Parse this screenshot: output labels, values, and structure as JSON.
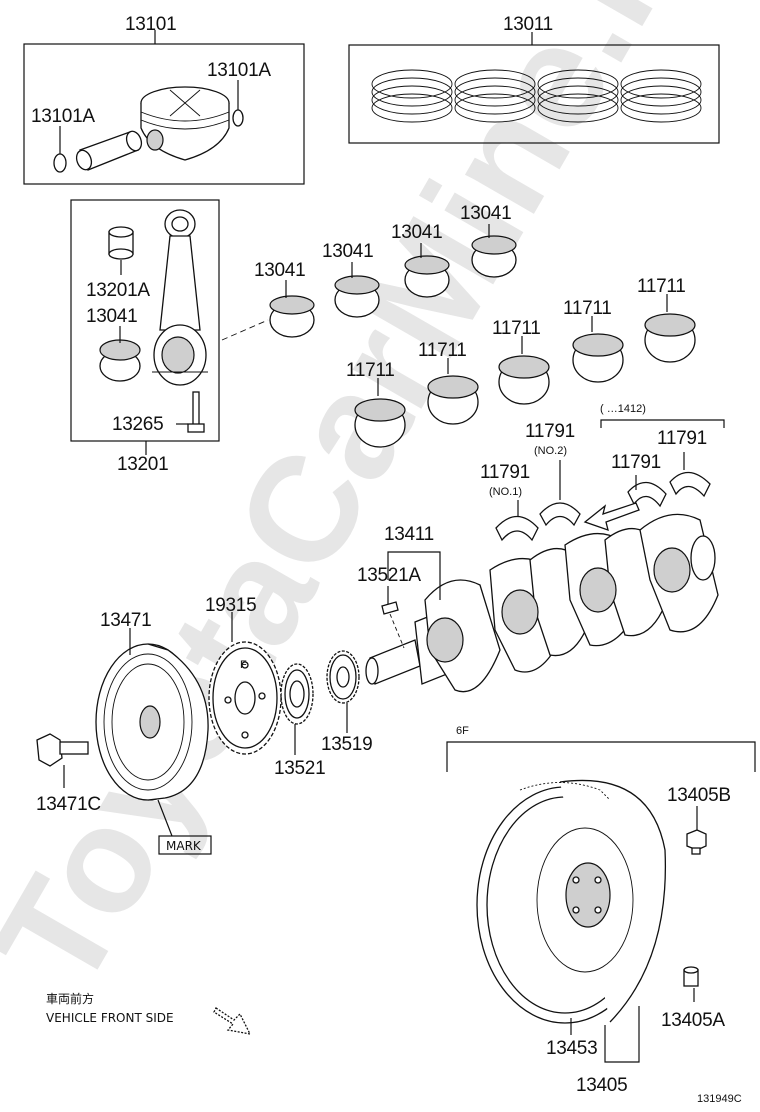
{
  "watermark": "ToyotaCarMine.ru",
  "labels": {
    "l13101": "13101",
    "l13101A_r": "13101A",
    "l13101A_l": "13101A",
    "l13011": "13011",
    "l13041_a": "13041",
    "l13041_b": "13041",
    "l13041_c": "13041",
    "l13041_d": "13041",
    "l13041_e": "13041",
    "l13201A": "13201A",
    "l13265": "13265",
    "l13201": "13201",
    "l11711_a": "11711",
    "l11711_b": "11711",
    "l11711_c": "11711",
    "l11711_d": "11711",
    "l11711_e": "11711",
    "l1412": "(     …1412)",
    "l11791_no2": "11791",
    "no2": "(NO.2)",
    "l11791_no1": "11791",
    "no1": "(NO.1)",
    "l11791_c": "11791",
    "l11791_d": "11791",
    "l13411": "13411",
    "l13521A": "13521A",
    "l19315": "19315",
    "l13471": "13471",
    "l13519": "13519",
    "l13521": "13521",
    "l13471C": "13471C",
    "mark": "MARK",
    "l6F": "6F",
    "l13405B": "13405B",
    "l13405A": "13405A",
    "l13453": "13453",
    "l13405": "13405",
    "front_jp": "車両前方",
    "front_en": "VEHICLE FRONT SIDE",
    "ref": "131949C"
  }
}
